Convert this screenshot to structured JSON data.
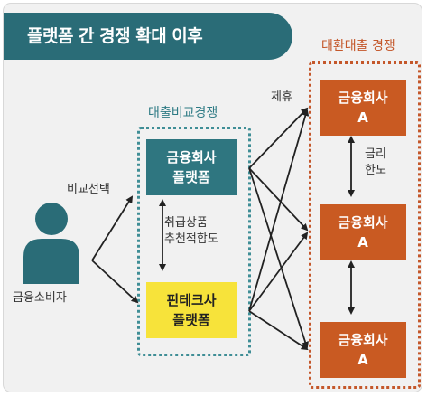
{
  "title": "플랫폼 간 경쟁 확대 이후",
  "labels": {
    "loan_comparison": "대출비교경쟁",
    "loan_refinance": "대환대출 경쟁",
    "partnership": "제휴",
    "compare_select": "비교선택",
    "consumer": "금융소비자",
    "recommend_line1": "취급상품",
    "recommend_line2": "추천적합도",
    "rate_limit_line1": "금리",
    "rate_limit_line2": "한도"
  },
  "platforms": [
    {
      "line1": "금융회사",
      "line2": "플랫폼"
    },
    {
      "line1": "핀테크사",
      "line2": "플랫폼"
    }
  ],
  "finance_companies": [
    {
      "line1": "금융회사",
      "line2": "A"
    },
    {
      "line1": "금융회사",
      "line2": "A"
    },
    {
      "line1": "금융회사",
      "line2": "A"
    }
  ],
  "colors": {
    "title_bg": "#2a6c77",
    "platform_teal": "#2f7680",
    "platform_yellow": "#f7e33a",
    "company_orange": "#c95a22",
    "consumer_icon": "#2a6c77"
  }
}
